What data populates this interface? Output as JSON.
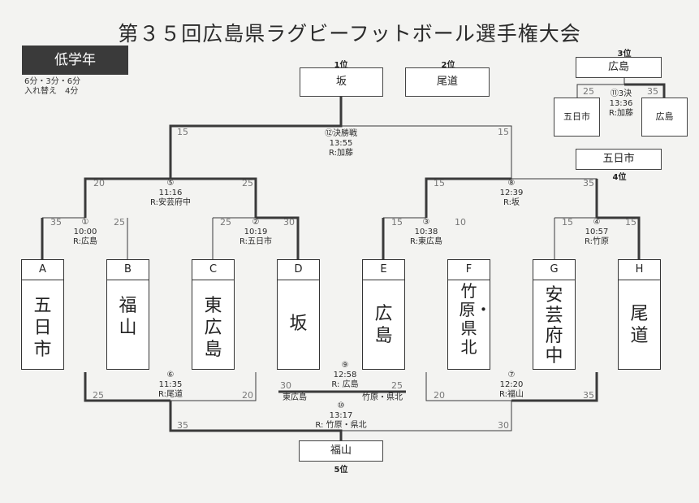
{
  "title": "第３５回広島県ラグビーフットボール選手権大会",
  "category": "低学年",
  "notes": [
    "6分・3分・6分",
    "入れ替え　4分"
  ],
  "teams": [
    {
      "letter": "A",
      "name": "五日市"
    },
    {
      "letter": "B",
      "name": "福山"
    },
    {
      "letter": "C",
      "name": "東広島"
    },
    {
      "letter": "D",
      "name": "坂"
    },
    {
      "letter": "E",
      "name": "広島"
    },
    {
      "letter": "F",
      "name": "竹原・県北"
    },
    {
      "letter": "G",
      "name": "安芸府中"
    },
    {
      "letter": "H",
      "name": "尾道"
    }
  ],
  "results": {
    "first": {
      "label": "1位",
      "team": "坂"
    },
    "second": {
      "label": "2位",
      "team": "尾道"
    },
    "third": {
      "label": "3位",
      "team": "広島"
    },
    "fourth": {
      "label": "4位",
      "team": "五日市"
    },
    "fifth": {
      "label": "5位",
      "team": "福山"
    }
  },
  "matches": {
    "m1": {
      "no": "①",
      "time": "10:00",
      "ref": "R:広島",
      "score_a": "35",
      "score_b": "25"
    },
    "m2": {
      "no": "②",
      "time": "10:19",
      "ref": "R:五日市",
      "score_a": "25",
      "score_b": "30"
    },
    "m3": {
      "no": "③",
      "time": "10:38",
      "ref": "R:東広島",
      "score_a": "15",
      "score_b": "10"
    },
    "m4": {
      "no": "④",
      "time": "10:57",
      "ref": "R:竹原",
      "score_a": "15",
      "score_b": "15"
    },
    "m5": {
      "no": "⑤",
      "time": "11:16",
      "ref": "R:安芸府中",
      "score_a": "20",
      "score_b": "25"
    },
    "m6": {
      "no": "⑥",
      "time": "11:35",
      "ref": "R:尾道",
      "score_a": "25",
      "score_b": "20"
    },
    "m7": {
      "no": "⑦",
      "time": "12:20",
      "ref": "R:福山",
      "score_a": "20",
      "score_b": "35"
    },
    "m8": {
      "no": "⑧",
      "time": "12:39",
      "ref": "R:坂",
      "score_a": "15",
      "score_b": "35"
    },
    "m9": {
      "no": "⑨",
      "time": "12:58",
      "ref": "R: 広島",
      "score_a": "30",
      "score_b": "25",
      "team_a": "東広島",
      "team_b": "竹原・県北"
    },
    "m10": {
      "no": "⑩",
      "time": "13:17",
      "ref": "R: 竹原・県北",
      "score_a": "35",
      "score_b": "30"
    },
    "m11": {
      "no": "⑪3決",
      "time": "13:36",
      "ref": "R:加藤",
      "score_a": "25",
      "score_b": "35",
      "team_a": "五日市",
      "team_b": "広島"
    },
    "m12": {
      "no": "⑫決勝戦",
      "time": "13:55",
      "ref": "R:加藤",
      "score_a": "15",
      "score_b": "15"
    }
  }
}
